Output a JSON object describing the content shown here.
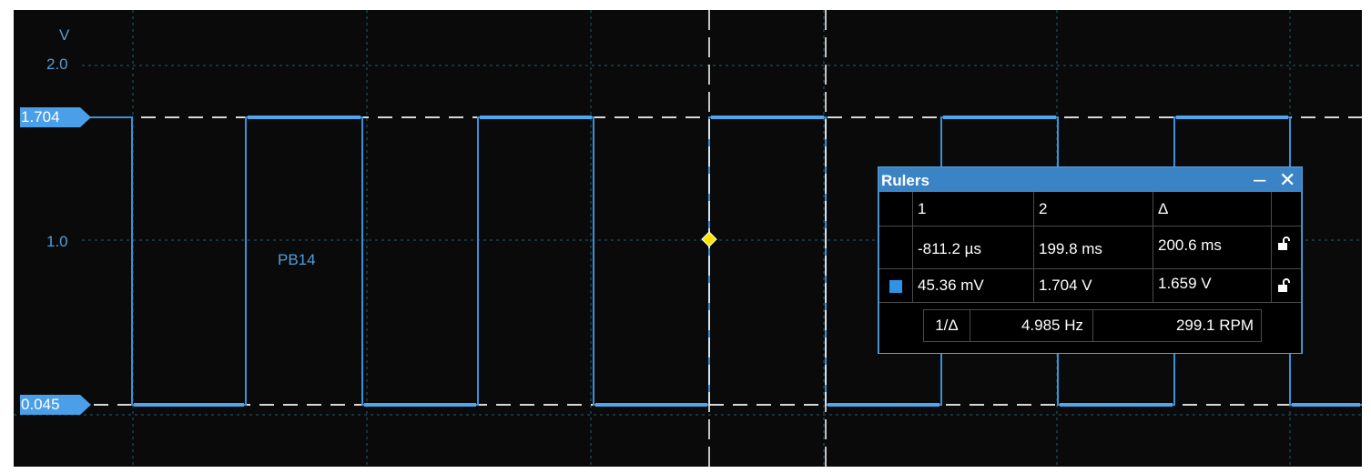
{
  "scope": {
    "unit": "V",
    "axis_labels": [
      "2.0",
      "1.0"
    ],
    "markers": {
      "high": {
        "label": "1.704",
        "color": "#4a9fe8"
      },
      "low": {
        "label": "0.045",
        "color": "#4a9fe8"
      }
    },
    "trace": {
      "name": "PB14",
      "color": "#3a91d9"
    },
    "grid_color": "#1f5f72",
    "cursor_color": "#ffe600"
  },
  "rulers": {
    "title": "Rulers",
    "minimize_label": "–",
    "close_label": "✕",
    "headers": [
      "1",
      "2",
      "Δ"
    ],
    "rows": [
      {
        "has_swatch": false,
        "values": [
          "-811.2 µs",
          "199.8 ms",
          "200.6 ms"
        ],
        "lock_icon": "unlock-icon"
      },
      {
        "has_swatch": true,
        "values": [
          "45.36 mV",
          "1.704 V",
          "1.659 V"
        ],
        "lock_icon": "unlock-icon"
      }
    ],
    "footer": {
      "label": "1/Δ",
      "frequency": "4.985 Hz",
      "rpm": "299.1 RPM"
    }
  }
}
